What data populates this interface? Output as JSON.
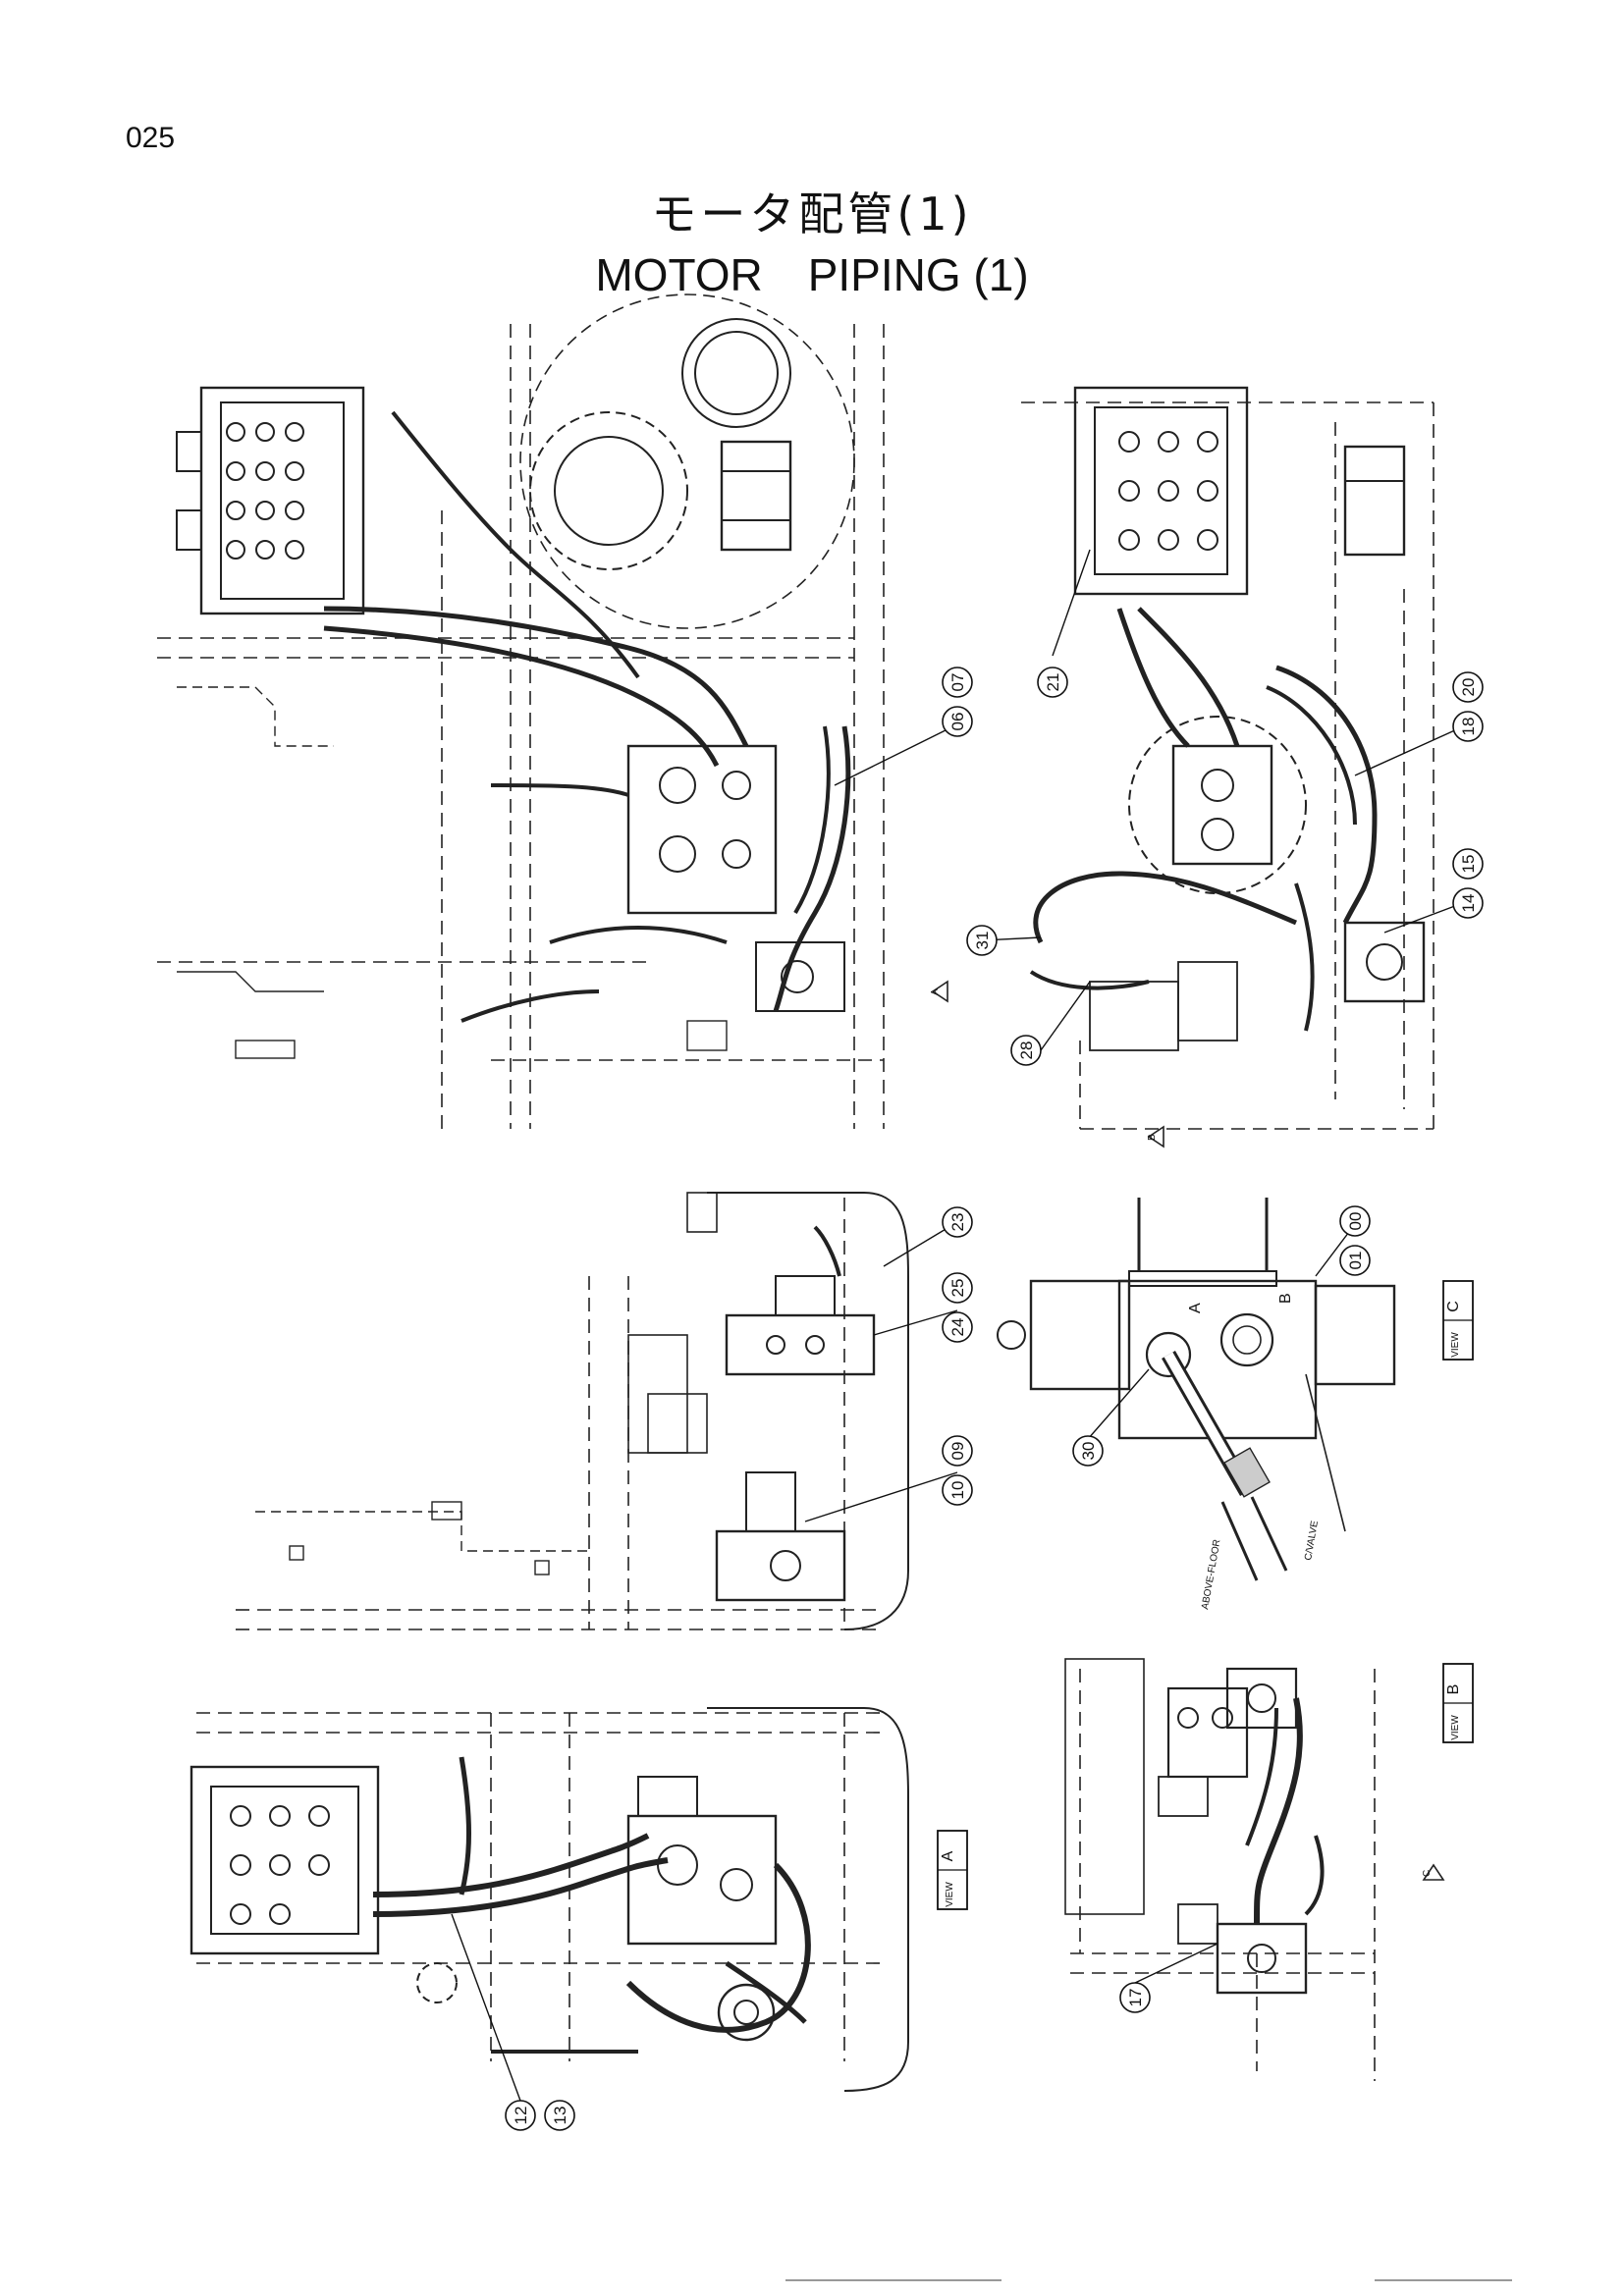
{
  "header": {
    "page_number": "025",
    "title_jp": "モータ配管(1)",
    "title_en": "MOTOR　PIPING (1)"
  },
  "callouts": {
    "c06_07": [
      "06",
      "07"
    ],
    "c21": [
      "21"
    ],
    "c18_20": [
      "18",
      "20"
    ],
    "c14_15": [
      "14",
      "15"
    ],
    "c31": [
      "31"
    ],
    "c28": [
      "28"
    ],
    "c23": [
      "23"
    ],
    "c24_25": [
      "24",
      "25"
    ],
    "c09_10": [
      "09",
      "10"
    ],
    "c00_01": [
      "00",
      "01"
    ],
    "c30": [
      "30"
    ],
    "c17": [
      "17"
    ],
    "c12_13": [
      "12",
      "13"
    ]
  },
  "views": {
    "view_a": {
      "letter": "A",
      "caption": "VIEW"
    },
    "view_b": {
      "letter": "B",
      "caption": "VIEW"
    },
    "view_c": {
      "letter": "C",
      "caption": "VIEW"
    }
  },
  "arrows": {
    "a": "A",
    "b": "B",
    "c": "C"
  },
  "port_labels": {
    "a": "A",
    "b": "B"
  }
}
